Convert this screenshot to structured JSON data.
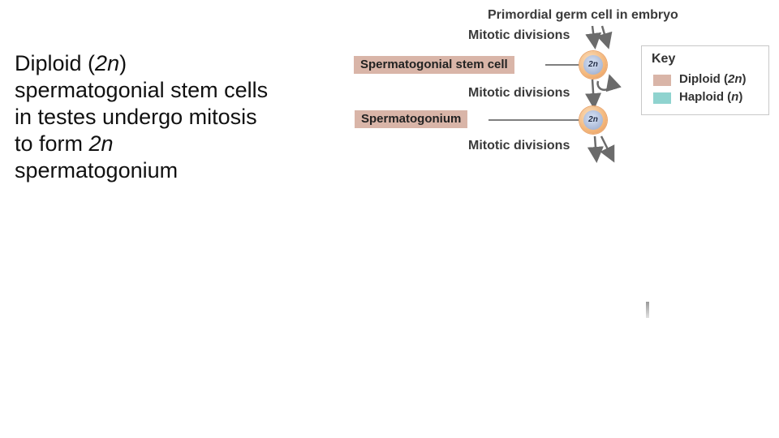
{
  "slide": {
    "text_line1": "Diploid (",
    "text_2n_a": "2n",
    "text_line1_end": ")",
    "text_line2": "spermatogonial stem cells",
    "text_line3": "in testes undergo mitosis",
    "text_line4": "to form ",
    "text_2n_b": "2n",
    "text_line5": "spermatogonium"
  },
  "diagram": {
    "top_label": "Primordial germ cell in embryo",
    "mitotic_1": "Mitotic divisions",
    "stem_cell_label": "Spermatogonial stem cell",
    "mitotic_2": "Mitotic divisions",
    "spermatogonium_label": "Spermatogonium",
    "mitotic_3": "Mitotic divisions",
    "cell_ploidy_1": "2n",
    "cell_ploidy_2": "2n"
  },
  "key": {
    "title": "Key",
    "diploid_prefix": "Diploid (",
    "diploid_sym": "2n",
    "diploid_suffix": ")",
    "haploid_prefix": "Haploid (",
    "haploid_sym": "n",
    "haploid_suffix": ")",
    "diploid_color": "#d9b5a8",
    "haploid_color": "#8fd3cf"
  }
}
